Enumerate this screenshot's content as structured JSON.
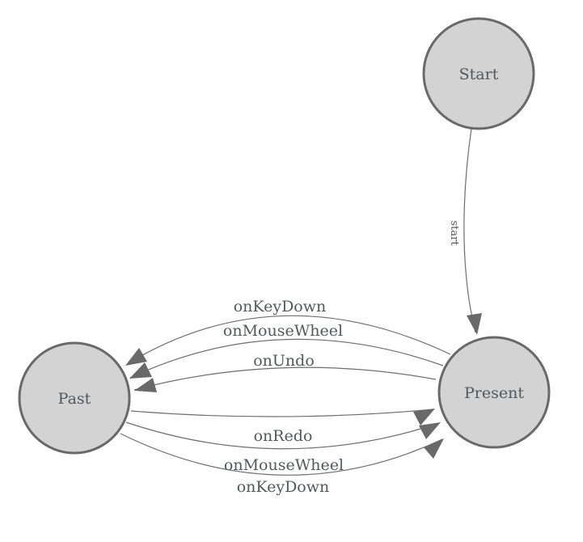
{
  "diagram": {
    "type": "state-machine",
    "nodes": [
      {
        "id": "start",
        "label": "Start"
      },
      {
        "id": "present",
        "label": "Present"
      },
      {
        "id": "past",
        "label": "Past"
      }
    ],
    "edges": [
      {
        "from": "Start",
        "to": "Present",
        "label": "start"
      },
      {
        "from": "Present",
        "to": "Past",
        "label": "onKeyDown"
      },
      {
        "from": "Present",
        "to": "Past",
        "label": "onMouseWheel"
      },
      {
        "from": "Present",
        "to": "Past",
        "label": "onUndo"
      },
      {
        "from": "Past",
        "to": "Present",
        "label": "onRedo"
      },
      {
        "from": "Past",
        "to": "Present",
        "label": "onMouseWheel"
      },
      {
        "from": "Past",
        "to": "Present",
        "label": "onKeyDown"
      }
    ],
    "colors": {
      "background": "#ffffff",
      "node_fill": "#d3d3d3",
      "node_border": "#696969",
      "edge_line": "#6e6e6e",
      "arrowhead": "#696969",
      "text": "#54585b"
    }
  }
}
